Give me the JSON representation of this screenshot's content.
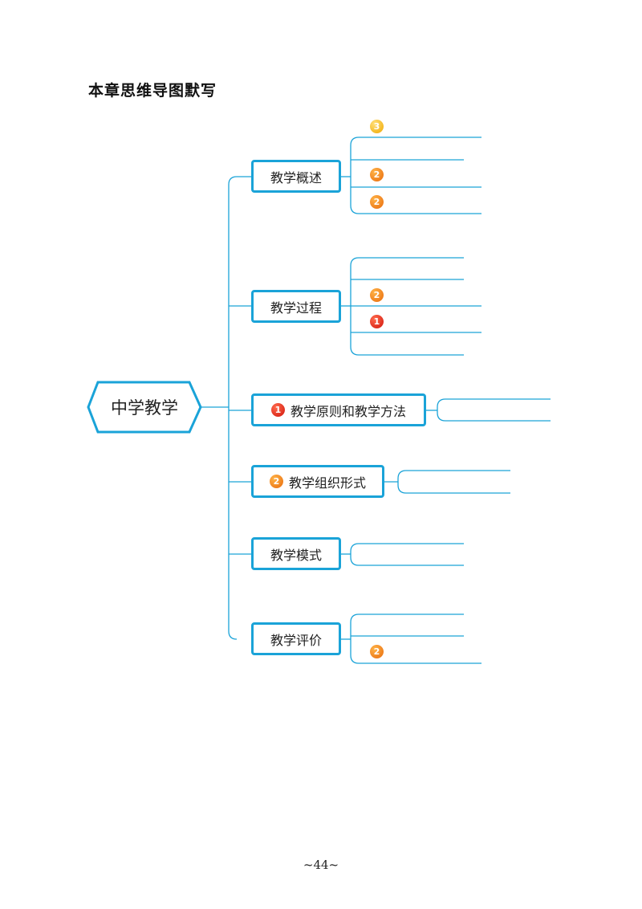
{
  "page_title": "本章思维导图默写",
  "central_topic": "中学教学",
  "branches": [
    {
      "label": "教学概述",
      "badge": ""
    },
    {
      "label": "教学过程",
      "badge": ""
    },
    {
      "label": "教学原则和教学方法",
      "badge": "1"
    },
    {
      "label": "教学组织形式",
      "badge": "2"
    },
    {
      "label": "教学模式",
      "badge": ""
    },
    {
      "label": "教学评价",
      "badge": ""
    }
  ],
  "leaf_badges": {
    "overview": [
      "3",
      "",
      "2",
      "2"
    ],
    "process": [
      "",
      "",
      "2",
      "1",
      ""
    ],
    "evaluation": [
      "",
      "2"
    ]
  },
  "colors": {
    "line": "#1aa3d8",
    "badge_red": "#d1150b",
    "badge_orange": "#e86a0c",
    "badge_gold": "#f0a800"
  },
  "page_number": "~44~"
}
